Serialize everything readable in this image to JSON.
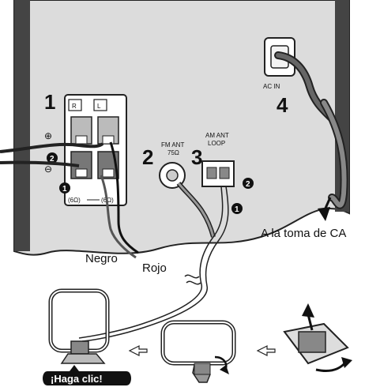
{
  "steps": [
    "1",
    "2",
    "3",
    "4"
  ],
  "speaker_terminals": {
    "right": "R",
    "left": "L",
    "plus": "⊕",
    "minus": "⊖",
    "impedance_right": "(6Ω)",
    "impedance_left": "(6Ω)"
  },
  "fm_antenna": {
    "line1": "FM ANT",
    "line2": "75Ω"
  },
  "am_antenna": {
    "line1": "AM ANT",
    "line2": "LOOP"
  },
  "ac_input": "AC IN",
  "ac_outlet_label": "A la toma de CA",
  "wire_black": "Negro",
  "wire_red": "Rojo",
  "substep_1": "1",
  "substep_2": "2",
  "click_badge": "¡Haga clic!"
}
